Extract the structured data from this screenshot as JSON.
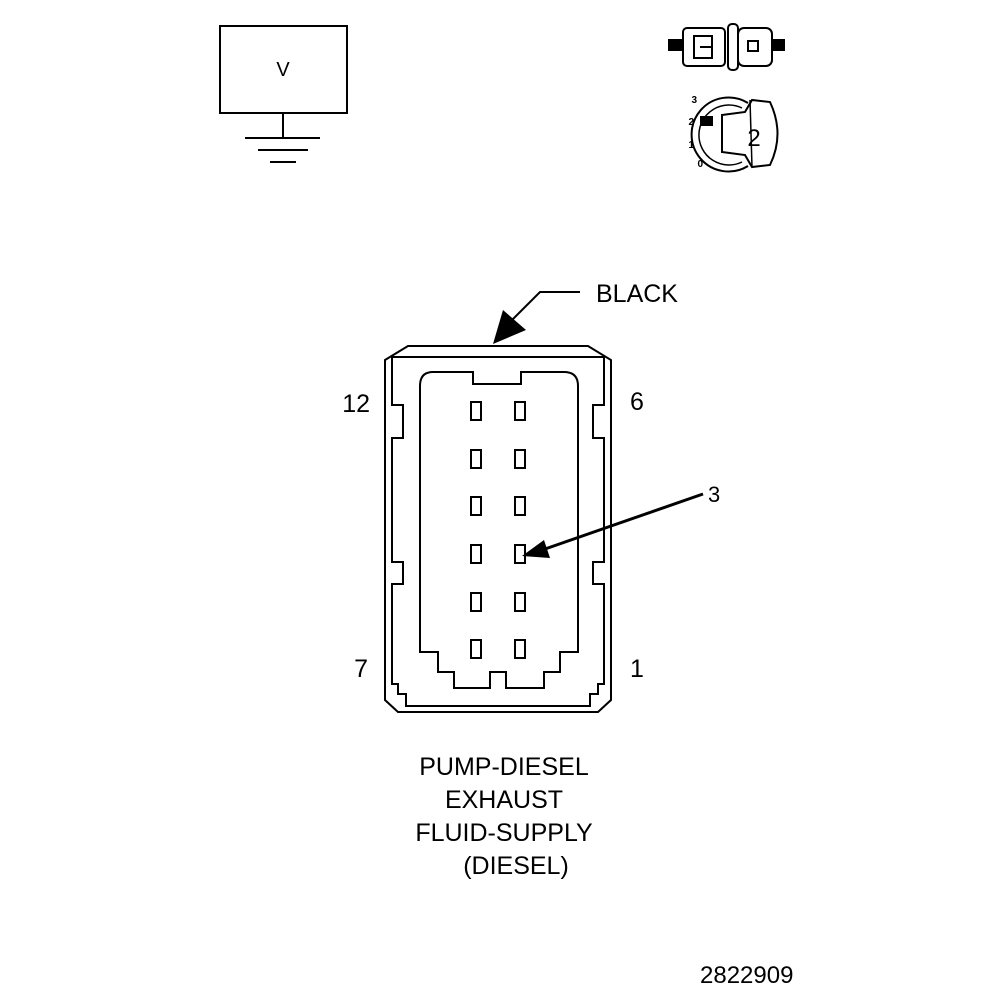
{
  "meter": {
    "label": "V"
  },
  "ignition": {
    "position_labels": [
      "3",
      "2",
      "1",
      "0"
    ],
    "key_label": "2"
  },
  "connector": {
    "color_callout": "BLACK",
    "pin_labels": {
      "top_left": "12",
      "top_right": "6",
      "bottom_left": "7",
      "bottom_right": "1"
    },
    "pin_callout": "3"
  },
  "title": {
    "line1": "PUMP-DIESEL",
    "line2": "EXHAUST",
    "line3": "FLUID-SUPPLY",
    "line4": "(DIESEL)"
  },
  "figure_number": "2822909"
}
